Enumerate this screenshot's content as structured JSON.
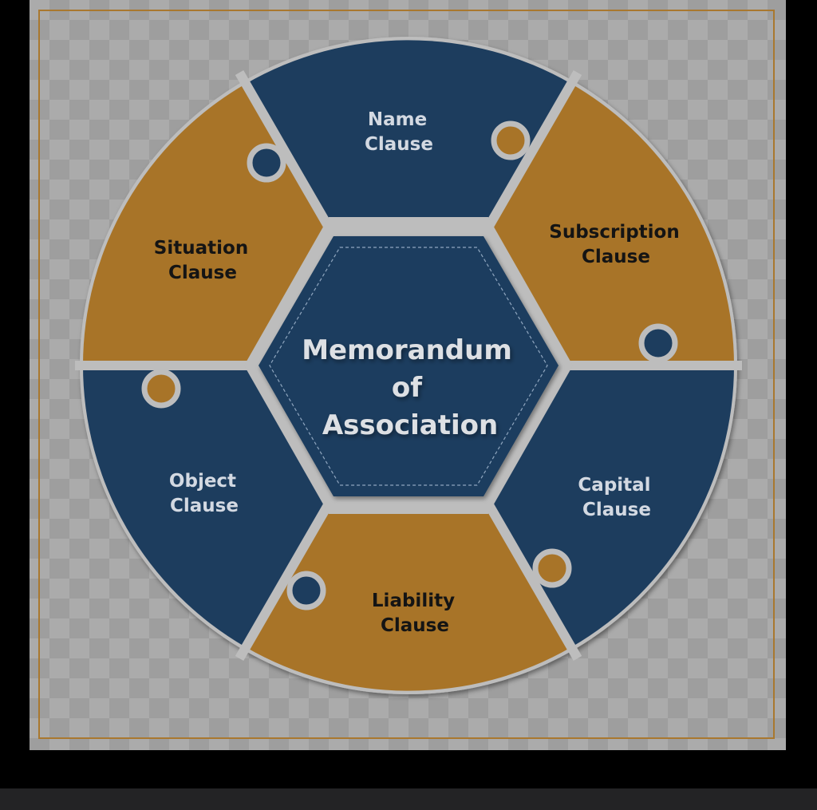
{
  "center": {
    "line1": "Memorandum",
    "line2": "of",
    "line3": "Association"
  },
  "segments": [
    {
      "l1": "Name",
      "l2": "Clause"
    },
    {
      "l1": "Subscription",
      "l2": "Clause"
    },
    {
      "l1": "Capital",
      "l2": "Clause"
    },
    {
      "l1": "Liability",
      "l2": "Clause"
    },
    {
      "l1": "Object",
      "l2": "Clause"
    },
    {
      "l1": "Situation",
      "l2": "Clause"
    }
  ],
  "colors": {
    "navy": "#1d3d5e",
    "gold": "#a87428",
    "gap": "#bdbdbd"
  }
}
